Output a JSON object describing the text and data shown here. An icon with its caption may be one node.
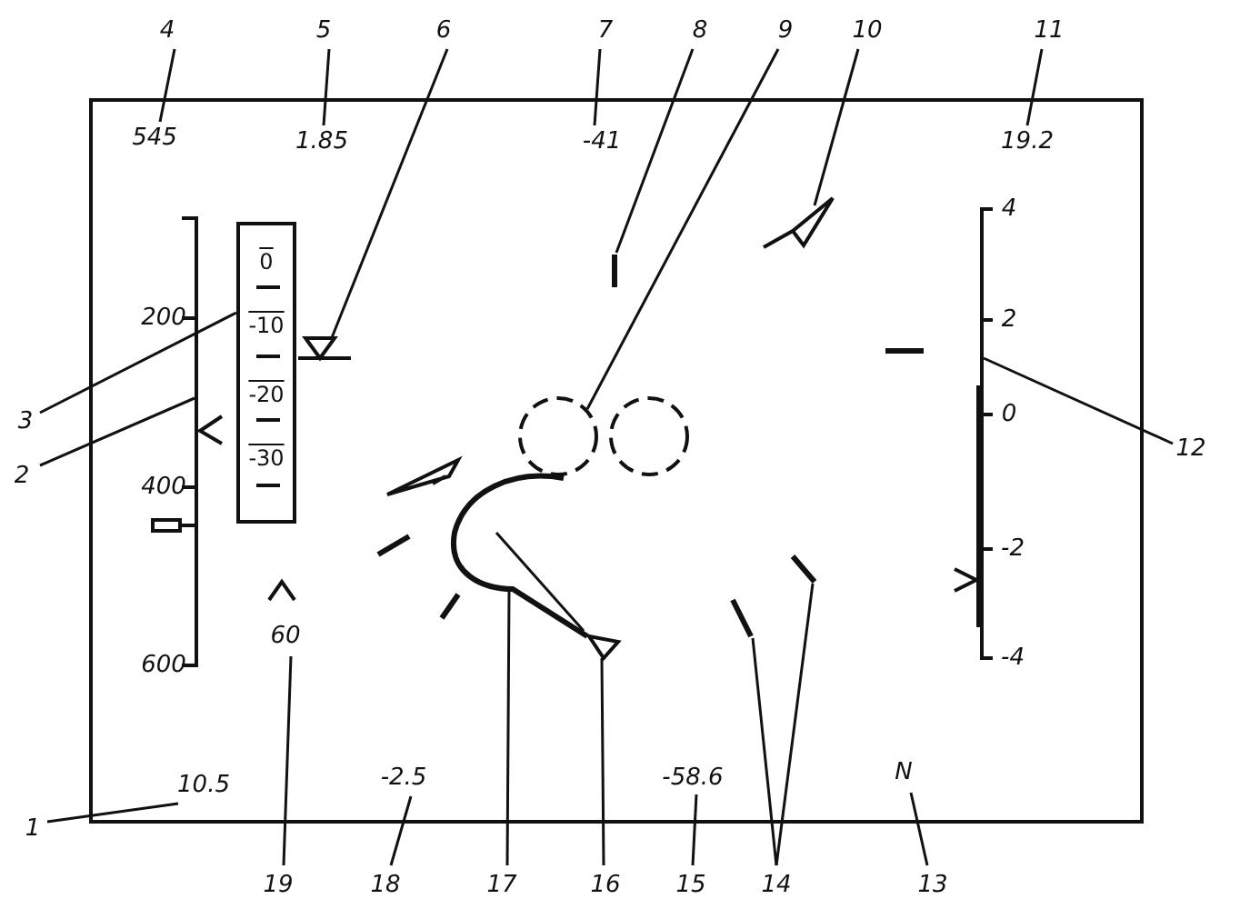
{
  "diagram": {
    "nodes": [
      {
        "text": [
          "4"
        ]
      },
      {
        "text": [
          "5"
        ]
      },
      {
        "text": [
          "6"
        ]
      },
      {
        "text": [
          "7"
        ]
      },
      {
        "text": [
          "8"
        ]
      },
      {
        "text": [
          "9"
        ]
      },
      {
        "text": [
          "10"
        ]
      },
      {
        "text": [
          "11"
        ]
      },
      {
        "text": [
          "545"
        ]
      },
      {
        "text": [
          "1.85"
        ]
      },
      {
        "text": [
          "-41"
        ]
      },
      {
        "text": [
          "19.2"
        ]
      },
      {
        "text": [],
        "shape": "triangle"
      },
      {
        "text": [],
        "shape": "bar"
      },
      {
        "text": [
          "3"
        ]
      },
      {
        "text": [
          "2"
        ]
      },
      {
        "text": [
          "0",
          "-10",
          "-20",
          "-30"
        ]
      },
      {
        "text": [],
        "shape": "line",
        "beside": [
          "200",
          "400",
          "600"
        ]
      },
      {
        "text": [],
        "shape": "triangle"
      },
      {
        "text": [],
        "shape": "circle"
      },
      {
        "text": [],
        "shape": "circle"
      },
      {
        "text": [],
        "shape": "line",
        "beside": [
          "4",
          "2",
          "0",
          "-2",
          "-4"
        ]
      },
      {
        "text": [
          "12"
        ]
      },
      {
        "text": [],
        "shape": "curve"
      },
      {
        "text": [],
        "shape": "triangle"
      },
      {
        "text": [],
        "shape": "bar"
      },
      {
        "text": [],
        "shape": "bar"
      },
      {
        "text": [
          "60"
        ]
      },
      {
        "text": [
          "1"
        ]
      },
      {
        "text": [
          "10.5"
        ]
      },
      {
        "text": [
          "-2.5"
        ]
      },
      {
        "text": [
          "-58.6"
        ]
      },
      {
        "text": [
          "N"
        ]
      },
      {
        "text": [
          "19"
        ]
      },
      {
        "text": [
          "18"
        ]
      },
      {
        "text": [
          "17"
        ]
      },
      {
        "text": [
          "16"
        ]
      },
      {
        "text": [
          "15"
        ]
      },
      {
        "text": [
          "14"
        ]
      },
      {
        "text": [
          "13"
        ]
      }
    ],
    "edges": [
      {
        "from": 0,
        "to": 8,
        "arrow": "none"
      },
      {
        "from": 1,
        "to": 9,
        "arrow": "none"
      },
      {
        "from": 2,
        "to": 18,
        "arrow": "none"
      },
      {
        "from": 3,
        "to": 10,
        "arrow": "none"
      },
      {
        "from": 4,
        "to": 13,
        "arrow": "none"
      },
      {
        "from": 5,
        "to": 19,
        "arrow": "none"
      },
      {
        "from": 6,
        "to": 12,
        "arrow": "none"
      },
      {
        "from": 7,
        "to": 11,
        "arrow": "none"
      },
      {
        "from": 14,
        "to": 16,
        "arrow": "none"
      },
      {
        "from": 15,
        "to": 17,
        "arrow": "none"
      },
      {
        "from": 22,
        "to": 21,
        "arrow": "none"
      },
      {
        "from": 33,
        "to": 27,
        "arrow": "none"
      },
      {
        "from": 28,
        "to": 29,
        "arrow": "none"
      },
      {
        "from": 34,
        "to": 30,
        "arrow": "none"
      },
      {
        "from": 35,
        "to": 23,
        "arrow": "none"
      },
      {
        "from": 36,
        "to": 24,
        "arrow": "none"
      },
      {
        "from": 37,
        "to": 31,
        "arrow": "none"
      },
      {
        "from": 38,
        "to": 25,
        "arrow": "none"
      },
      {
        "from": 38,
        "to": 26,
        "arrow": "none"
      },
      {
        "from": 39,
        "to": 32,
        "arrow": "none"
      }
    ]
  }
}
